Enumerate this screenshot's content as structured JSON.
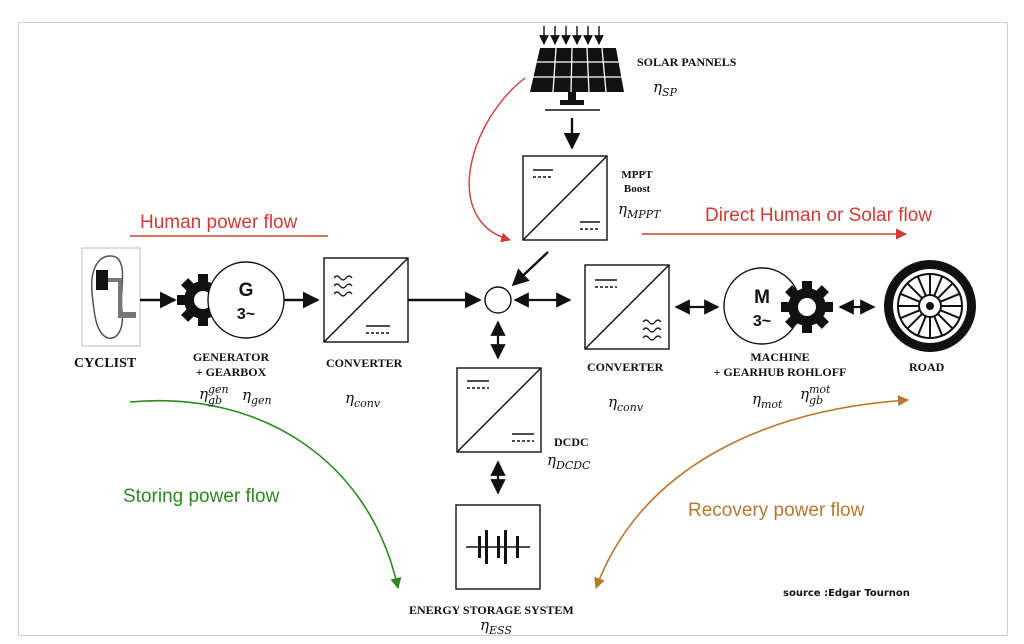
{
  "labels": {
    "solar": "SOLAR PANNELS",
    "mppt_line1": "MPPT",
    "mppt_line2": "Boost",
    "cyclist": "CYCLIST",
    "generator_line1": "GENERATOR",
    "generator_line2": "+ GEARBOX",
    "converter_left": "CONVERTER",
    "converter_right": "CONVERTER",
    "machine_line1": "MACHINE",
    "machine_line2": "+ GEARHUB ROHLOFF",
    "road": "ROAD",
    "dcdc": "DCDC",
    "ess": "ENERGY STORAGE SYSTEM"
  },
  "symbols": {
    "generator": "G",
    "generator_phase": "3~",
    "motor": "M",
    "motor_phase": "3~"
  },
  "efficiencies": {
    "sp": "η",
    "sp_sub": "SP",
    "mppt": "η",
    "mppt_sub": "MPPT",
    "gb_gen": "η",
    "gb_gen_sub": "gb",
    "gb_gen_sup": "gen",
    "gen": "η",
    "gen_sub": "gen",
    "conv_left": "η",
    "conv_left_sub": "conv",
    "conv_right": "η",
    "conv_right_sub": "conv",
    "mot": "η",
    "mot_sub": "mot",
    "gb_mot": "η",
    "gb_mot_sub": "gb",
    "gb_mot_sup": "mot",
    "dcdc": "η",
    "dcdc_sub": "DCDC",
    "ess": "η",
    "ess_sub": "ESS"
  },
  "flows": {
    "human": "Human power flow",
    "direct": "Direct Human or Solar flow",
    "storing": "Storing power flow",
    "recovery": "Recovery power flow"
  },
  "source": "source :Edgar Tournon",
  "colors": {
    "human": "#d13b36",
    "storing": "#2b8a1f",
    "recovery": "#b8792f",
    "ink": "#111111"
  }
}
